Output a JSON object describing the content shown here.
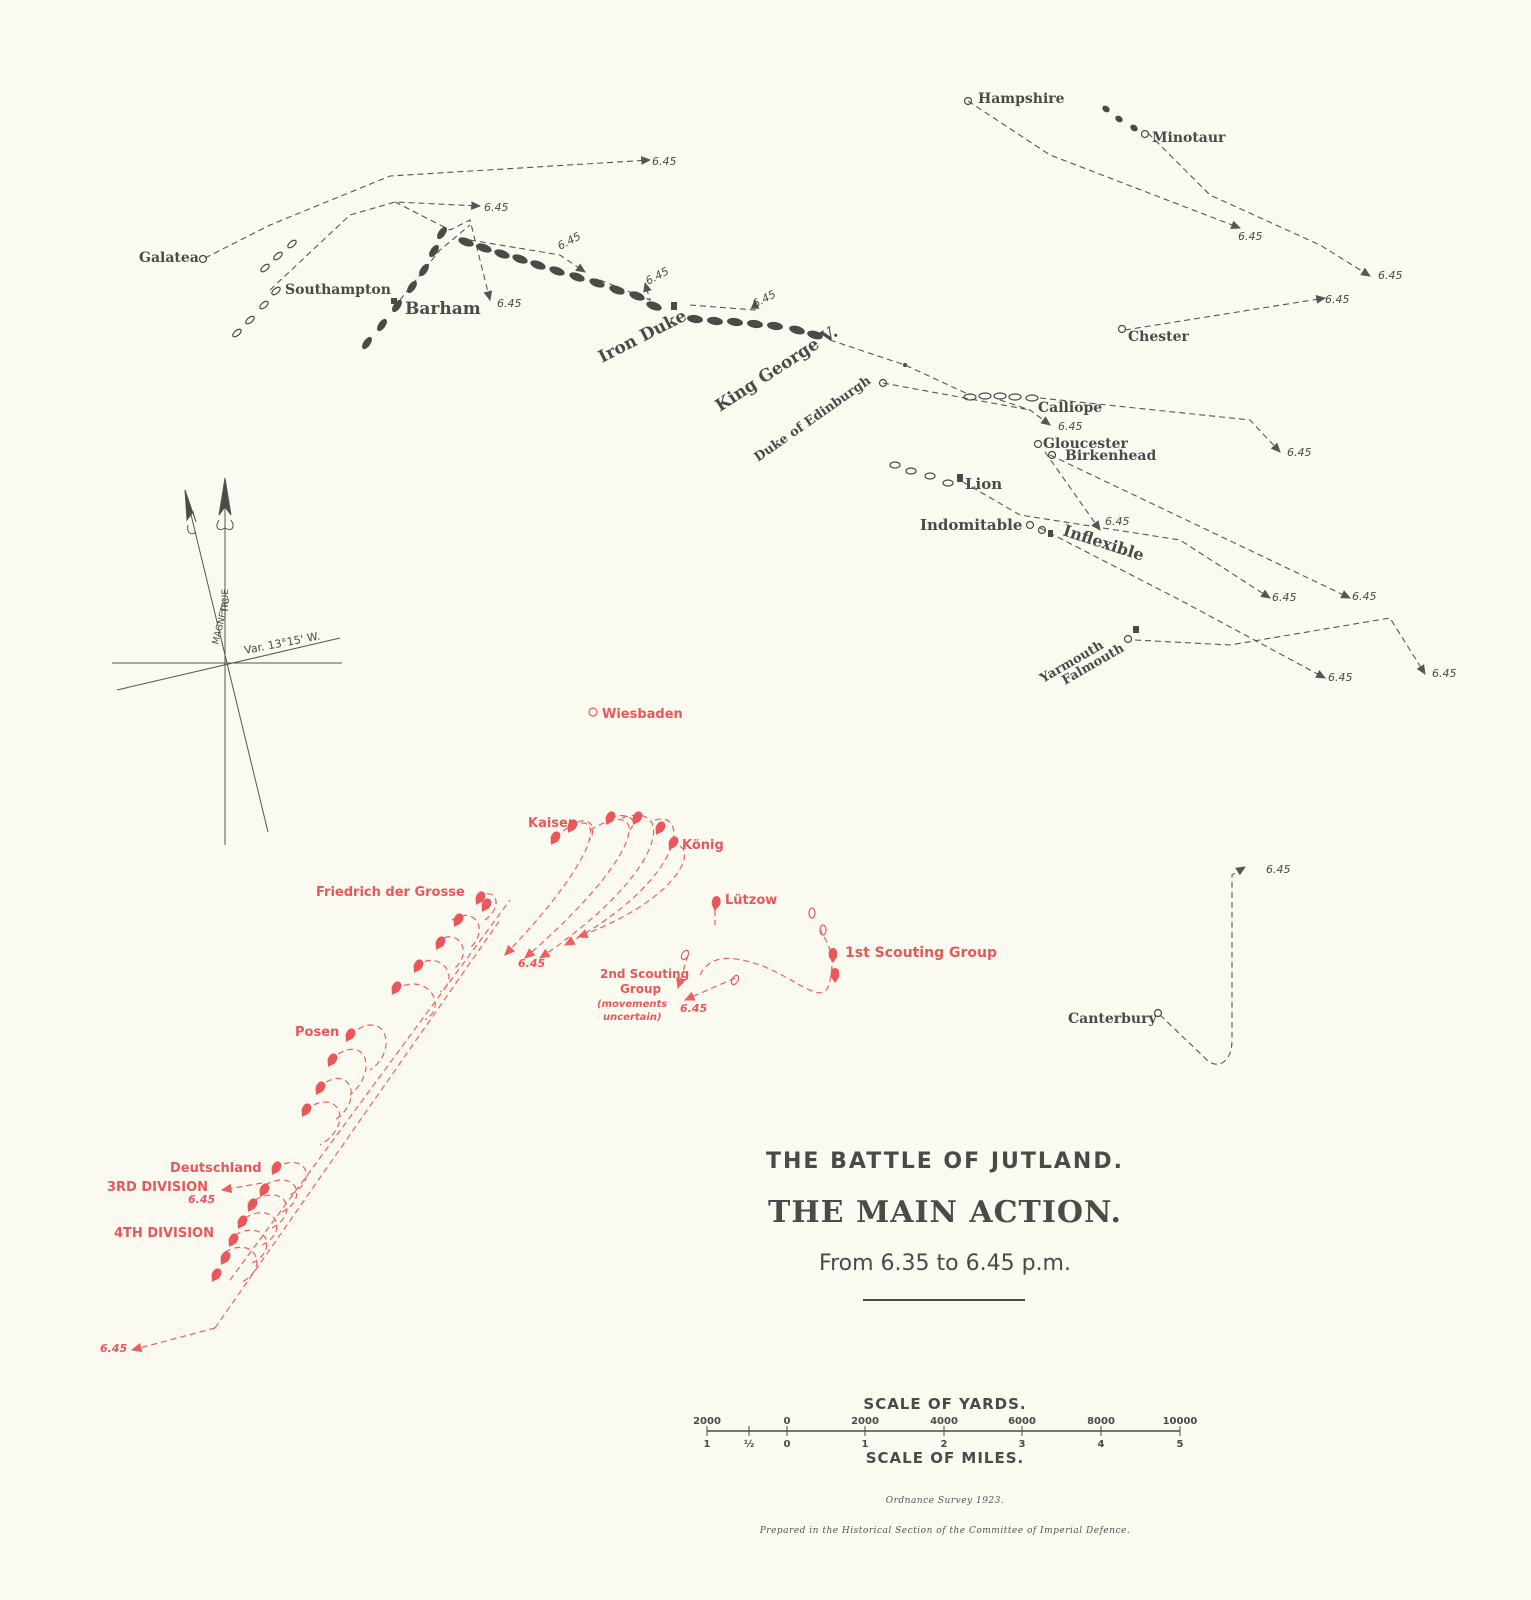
{
  "title": {
    "line1": "THE BATTLE OF JUTLAND.",
    "line2": "THE MAIN ACTION.",
    "line3": "From 6.35 to 6.45 p.m."
  },
  "time_label": "6.45",
  "british_ships": {
    "hampshire": "Hampshire",
    "minotaur": "Minotaur",
    "galatea": "Galatea",
    "southampton": "Southampton",
    "barham": "Barham",
    "iron_duke": "Iron Duke",
    "king_george_v": "King George V.",
    "duke_of_edinburgh": "Duke of Edinburgh",
    "chester": "Chester",
    "calliope": "Calliope",
    "gloucester": "Gloucester",
    "birkenhead": "Birkenhead",
    "lion": "Lion",
    "indomitable": "Indomitable",
    "inflexible": "Inflexible",
    "yarmouth": "Yarmouth",
    "falmouth": "Falmouth",
    "canterbury": "Canterbury"
  },
  "german_ships": {
    "wiesbaden": "Wiesbaden",
    "kaiser": "Kaiser",
    "konig": "König",
    "lutzow": "Lützow",
    "friedrich": "Friedrich der Grosse",
    "first_scouting": "1st Scouting Group",
    "second_scouting_1": "2nd Scouting",
    "second_scouting_2": "Group",
    "second_scouting_3": "(movements",
    "second_scouting_4": "uncertain)",
    "posen": "Posen",
    "deutschland": "Deutschland",
    "third_division": "3RD DIVISION",
    "fourth_division": "4TH DIVISION"
  },
  "compass": {
    "magnetic": "MAGNETIC",
    "true": "TRUE",
    "variation": "Var. 13°15' W."
  },
  "scale": {
    "yards_title": "SCALE OF YARDS.",
    "miles_title": "SCALE OF MILES.",
    "yards_ticks": [
      "2000",
      "0",
      "2000",
      "4000",
      "6000",
      "8000",
      "10000"
    ],
    "miles_ticks": [
      "1",
      "½",
      "0",
      "1",
      "2",
      "3",
      "4",
      "5"
    ]
  },
  "footer": {
    "survey": "Ordnance Survey 1923.",
    "prepared": "Prepared in the Historical Section of the Committee of Imperial Defence."
  },
  "colors": {
    "british": "#4a4a48",
    "german": "#e8585a",
    "paper": "#fbfaf1"
  }
}
